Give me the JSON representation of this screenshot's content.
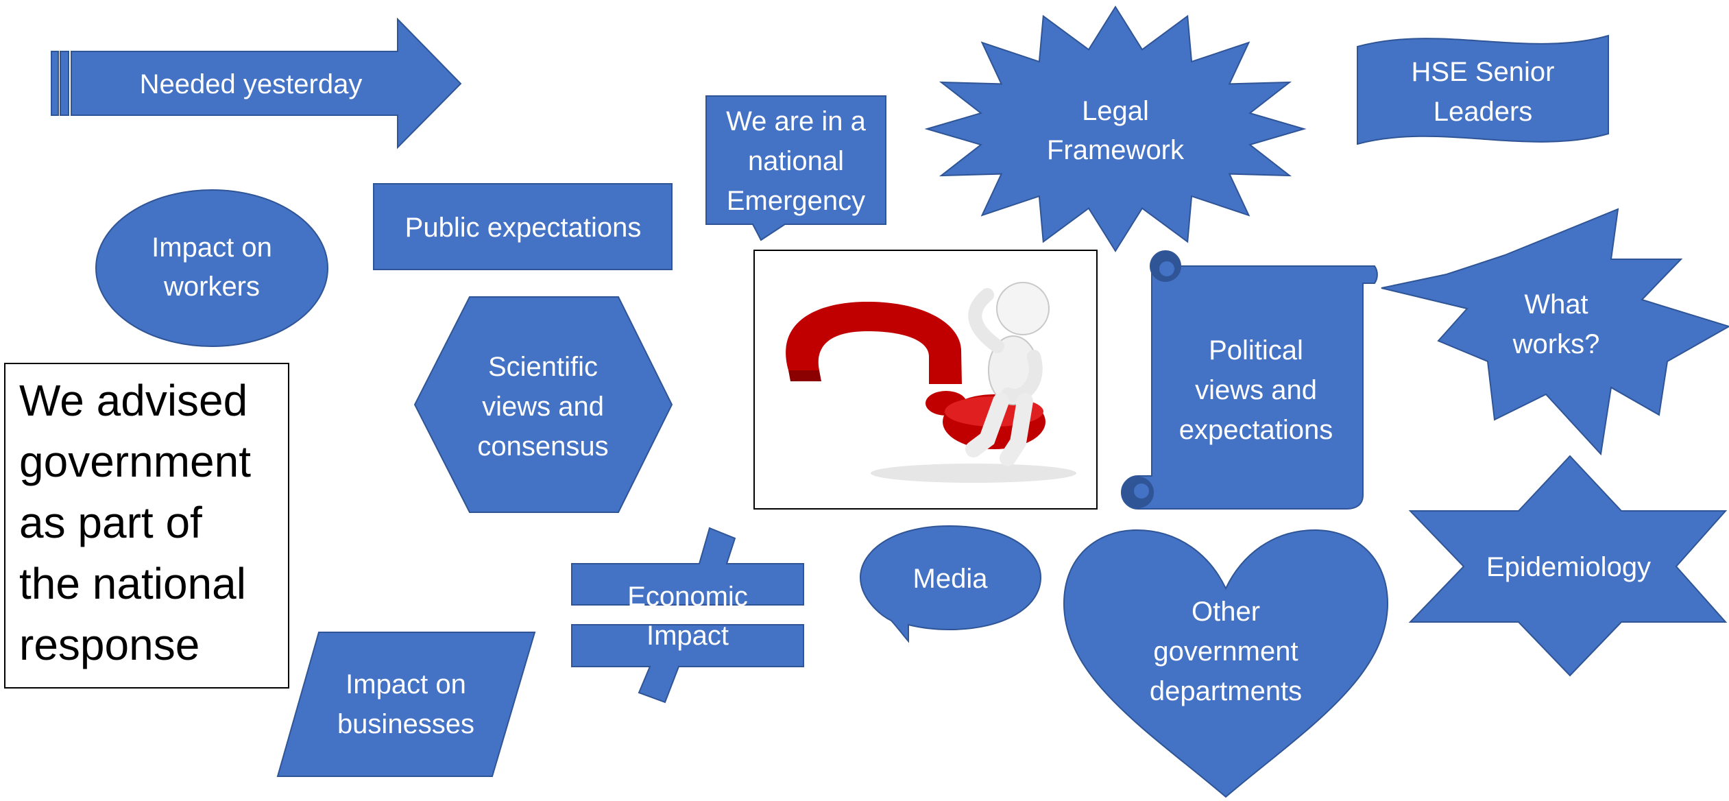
{
  "shapes": {
    "needed_yesterday": "Needed yesterday",
    "impact_on_workers": [
      "Impact on",
      "workers"
    ],
    "public_expectations": "Public expectations",
    "national_emergency": [
      "We are in a",
      "national",
      "Emergency"
    ],
    "legal_framework": [
      "Legal",
      "Framework"
    ],
    "hse_senior_leaders": [
      "HSE Senior",
      "Leaders"
    ],
    "scientific_views": [
      "Scientific",
      "views and",
      "consensus"
    ],
    "political_views": [
      "Political",
      "views and",
      "expectations"
    ],
    "what_works": [
      "What",
      "works?"
    ],
    "economic_impact": [
      "Economic",
      "Impact"
    ],
    "media": "Media",
    "other_departments": [
      "Other",
      "government",
      "departments"
    ],
    "epidemiology": "Epidemiology",
    "impact_on_businesses": [
      "Impact on",
      "businesses"
    ]
  },
  "callout": {
    "lines": [
      "We advised",
      "government",
      "as part of",
      "the national",
      "response"
    ]
  },
  "colors": {
    "shape_fill": "#4472c4",
    "shape_outline": "#2f5597",
    "question_mark": "#c00000"
  },
  "center_image": {
    "icon": "question-mark-thinking-figure-icon"
  }
}
